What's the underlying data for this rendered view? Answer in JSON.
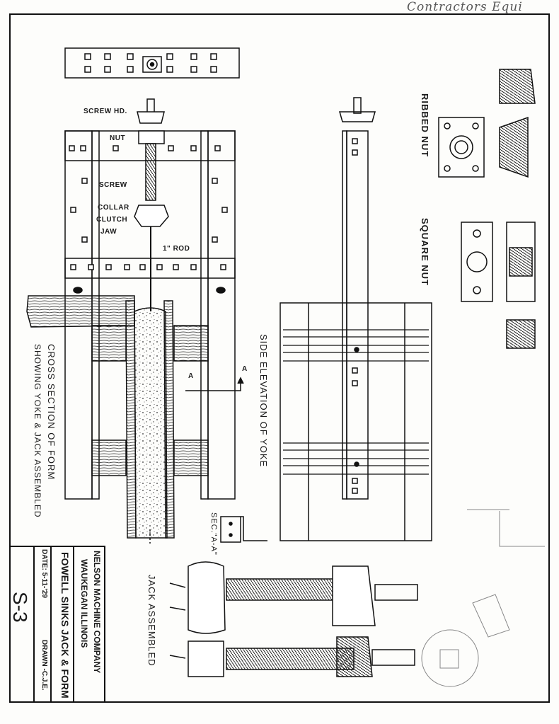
{
  "header": {
    "handwritten_note": "Contractors Equi"
  },
  "labels": {
    "screw_hd": "SCREW HD.",
    "nut": "NUT",
    "screw": "SCREW",
    "collar": "COLLAR",
    "clutch": "CLUTCH",
    "jaw": "JAW",
    "rod": "1\" ROD",
    "section_a1": "A",
    "section_a2": "A"
  },
  "views": {
    "cross_section_line1": "CROSS SECTION OF FORM",
    "cross_section_line2": "SHOWING YOKE & JACK ASSEMBLED",
    "side_elevation": "SIDE ELEVATION OF YOKE",
    "ribbed_nut": "RIBBED NUT",
    "square_nut": "SQUARE NUT",
    "jack_assembled": "JACK ASSEMBLED",
    "sec_aa": "SEC.\"A-A\""
  },
  "title_block": {
    "company": "NELSON MACHINE COMPANY",
    "city": "WAUKEGAN ILLINOIS",
    "title": "FOWELL SINKS JACK & FORM",
    "date": "DATE: 5-11-'29",
    "drawn": "DRAWN -C.J.E.",
    "sheet_no": "S-3"
  }
}
